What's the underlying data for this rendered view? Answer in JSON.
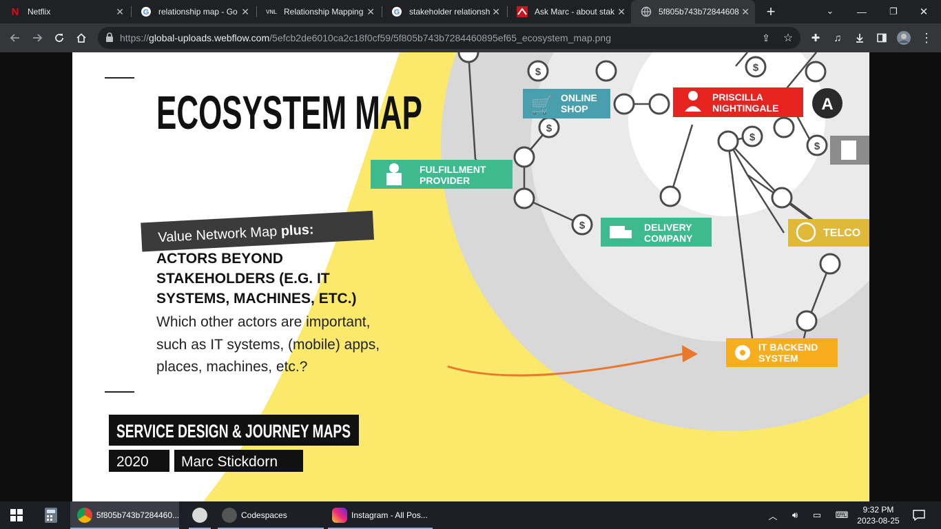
{
  "browser": {
    "tabs": [
      {
        "title": "Netflix",
        "icon": "netflix-icon"
      },
      {
        "title": "relationship map - Go",
        "icon": "google-icon"
      },
      {
        "title": "Relationship Mapping",
        "icon": "vnl-icon"
      },
      {
        "title": "stakeholder relationsh",
        "icon": "google-icon"
      },
      {
        "title": "Ask Marc - about stak",
        "icon": "marc-icon"
      },
      {
        "title": "5f805b743b72844608",
        "icon": "globe-icon"
      }
    ],
    "new_tab_label": "+",
    "url_prefix": "https://",
    "url_host": "global-uploads.webflow.com",
    "url_path": "/5efcb2de6010ca2c18f0cf59/5f805b743b7284460895ef65_ecosystem_map.png"
  },
  "image": {
    "title": "ECOSYSTEM MAP",
    "subtitle_plain": "Value Network Map ",
    "subtitle_bold": "plus:",
    "heading_lines": [
      "ACTORS BEYOND",
      "STAKEHOLDERS (E.G. IT",
      "SYSTEMS, MACHINES, ETC.)"
    ],
    "body_lines": [
      "Which other actors are important,",
      "such as IT systems, (mobile) apps,",
      "places, machines, etc.?"
    ],
    "book_title": "SERVICE DESIGN & JOURNEY MAPS",
    "year": "2020",
    "author": "Marc Stickdorn",
    "nodes": {
      "online_shop": [
        "ONLINE",
        "SHOP"
      ],
      "priscilla": [
        "PRISCILLA",
        "NIGHTINGALE"
      ],
      "persona_letter": "A",
      "fulfillment": [
        "FULFILLMENT",
        "PROVIDER"
      ],
      "delivery": [
        "DELIVERY",
        "COMPANY"
      ],
      "telco": "TELCO",
      "it_backend": [
        "IT BACKEND",
        "SYSTEM"
      ]
    },
    "colors": {
      "yellow": "#fbe96c",
      "teal_dark": "#4a9fae",
      "green": "#3dbb8f",
      "red": "#e52420",
      "gold": "#e1b93a",
      "orange": "#f7ae1e",
      "arrow": "#e9782b"
    }
  },
  "taskbar": {
    "items": [
      {
        "label": "5f805b743b7284460...",
        "icon": "chrome-icon"
      },
      {
        "label": "",
        "icon": "yandex-icon"
      },
      {
        "label": "Codespaces",
        "icon": "codespaces-icon"
      },
      {
        "label": "Instagram - All Pos...",
        "icon": "instagram-icon"
      }
    ],
    "time": "9:32 PM",
    "date": "2023-08-25"
  }
}
